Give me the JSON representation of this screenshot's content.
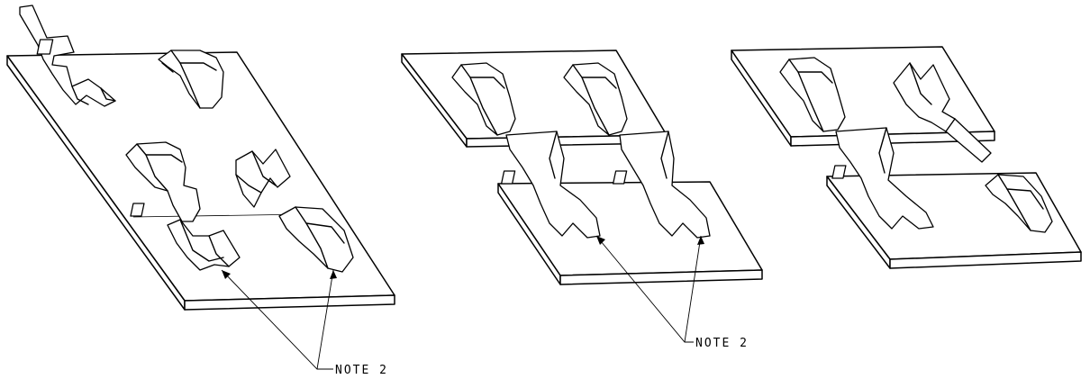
{
  "views": [
    {
      "id": "view-1",
      "note_label": "NOTE 2"
    },
    {
      "id": "view-2",
      "note_label": "NOTE 2"
    },
    {
      "id": "view-3"
    }
  ],
  "colors": {
    "line": "#000000",
    "background": "#ffffff"
  }
}
